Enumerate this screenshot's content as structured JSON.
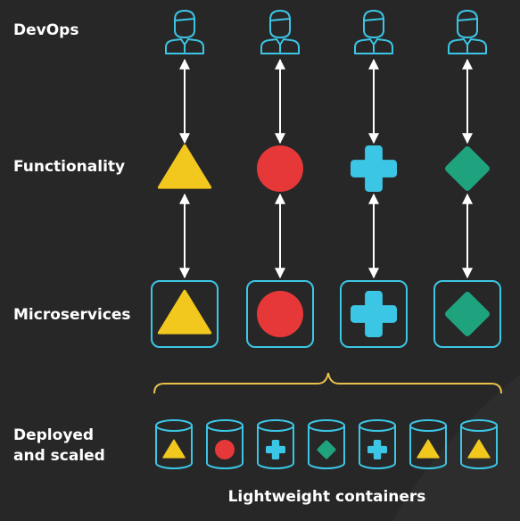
{
  "labels": {
    "devops": "DevOps",
    "functionality": "Functionality",
    "microservices": "Microservices",
    "deployed_line1": "Deployed",
    "deployed_line2": "and scaled",
    "containers": "Lightweight containers"
  },
  "columns": [
    "triangle",
    "circle",
    "cross",
    "diamond"
  ],
  "containers": [
    "triangle",
    "circle",
    "cross",
    "diamond",
    "cross",
    "triangle",
    "triangle"
  ],
  "colors": {
    "background": "#272727",
    "outline": "#3cc6e6",
    "triangle": "#f2c81e",
    "circle": "#e63838",
    "cross": "#3cc6e6",
    "diamond": "#1fa37f",
    "brace": "#e8c24a",
    "arrow": "#ffffff"
  },
  "icons": {
    "person": "person-icon",
    "triangle": "triangle-icon",
    "circle": "circle-icon",
    "cross": "cross-icon",
    "diamond": "diamond-icon",
    "container": "container-icon"
  }
}
